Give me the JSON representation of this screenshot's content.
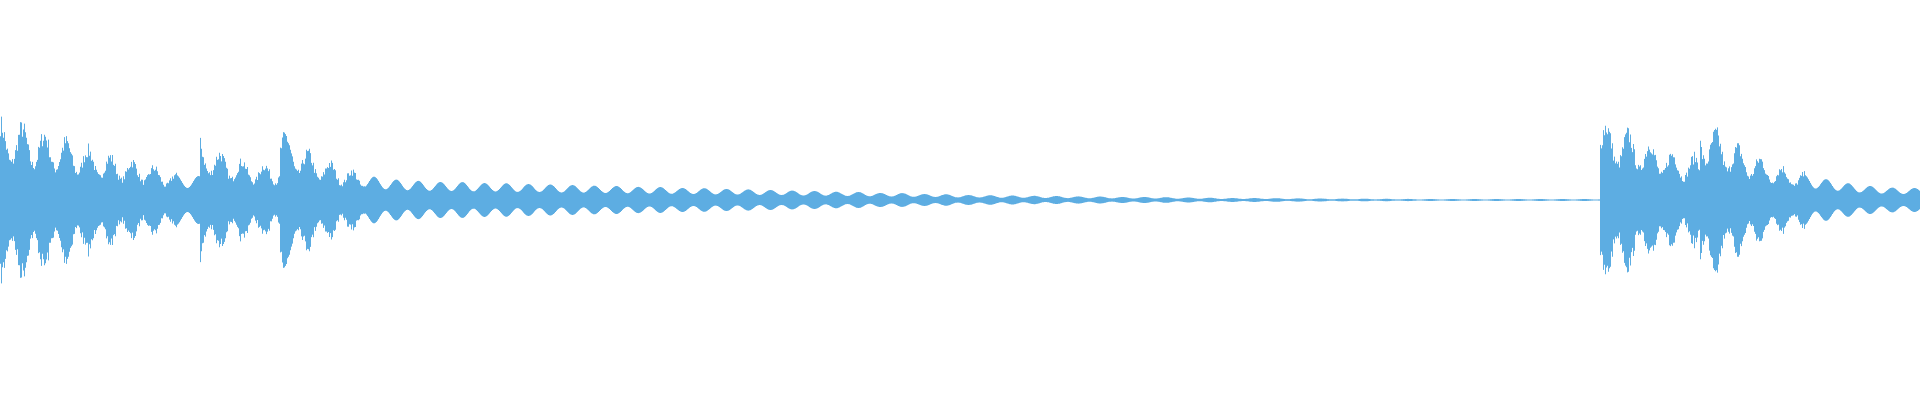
{
  "chart_data": {
    "type": "waveform",
    "title": "",
    "color": "#5dade2",
    "background": "#ffffff",
    "axes_visible": false,
    "grid": false,
    "amplitude_range": [
      -1,
      1
    ],
    "envelope": [
      0.75,
      0.72,
      0.65,
      0.6,
      0.52,
      0.45,
      0.4,
      0.36,
      0.3,
      0.24,
      0.57,
      0.45,
      0.38,
      0.34,
      0.68,
      0.5,
      0.4,
      0.32,
      0.26,
      0.22,
      0.2,
      0.19,
      0.18,
      0.18,
      0.17,
      0.17,
      0.16,
      0.16,
      0.15,
      0.15,
      0.14,
      0.14,
      0.13,
      0.13,
      0.12,
      0.12,
      0.11,
      0.11,
      0.1,
      0.1,
      0.09,
      0.09,
      0.08,
      0.08,
      0.07,
      0.07,
      0.06,
      0.06,
      0.05,
      0.05,
      0.045,
      0.045,
      0.04,
      0.04,
      0.035,
      0.035,
      0.03,
      0.03,
      0.03,
      0.025,
      0.025,
      0.02,
      0.02,
      0.02,
      0.018,
      0.016,
      0.015,
      0.014,
      0.013,
      0.012,
      0.011,
      0.01,
      0.01,
      0.01,
      0.01,
      0.01,
      0.01,
      0.01,
      0.01,
      0.01,
      0.75,
      0.68,
      0.6,
      0.5,
      0.42,
      0.77,
      0.62,
      0.5,
      0.4,
      0.32,
      0.26,
      0.22,
      0.18,
      0.15,
      0.13,
      0.12
    ]
  }
}
